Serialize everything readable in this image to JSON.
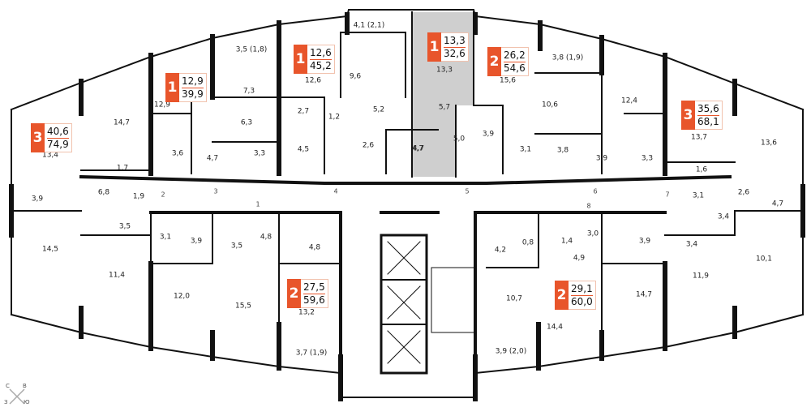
{
  "units": [
    {
      "rooms": "1",
      "total": "12,6",
      "living": "45,2"
    },
    {
      "rooms": "1",
      "total": "13,3",
      "living": "32,6"
    },
    {
      "rooms": "2",
      "total": "26,2",
      "living": "54,6"
    },
    {
      "rooms": "1",
      "total": "12,9",
      "living": "39,9"
    },
    {
      "rooms": "3",
      "total": "35,6",
      "living": "68,1"
    },
    {
      "rooms": "3",
      "total": "40,6",
      "living": "74,9"
    },
    {
      "rooms": "2",
      "total": "27,5",
      "living": "59,6"
    },
    {
      "rooms": "2",
      "total": "29,1",
      "living": "60,0"
    }
  ],
  "rooms": [
    "4,1 (2,1)",
    "3,5 (1,8)",
    "3,8 (1,9)",
    "13,3",
    "9,6",
    "12,6",
    "15,6",
    "7,3",
    "14,7",
    "12,9",
    "10,6",
    "12,4",
    "13,7",
    "13,6",
    "13,4",
    "5,7",
    "5,2",
    "2,7",
    "1,2",
    "6,3",
    "3,6",
    "4,7",
    "3,3",
    "4,5",
    "2,6",
    "4,7",
    "5,0",
    "3,9",
    "3,1",
    "3,8",
    "3,9",
    "3,3",
    "1,6",
    "1,7",
    "6,8",
    "1,9",
    "3,9",
    "14,5",
    "3,5",
    "11,4",
    "3,1",
    "3,9",
    "3,5",
    "4,8",
    "4,8",
    "12,0",
    "15,5",
    "13,2",
    "3,7 (1,9)",
    "4,2",
    "0,8",
    "1,4",
    "3,0",
    "4,9",
    "10,7",
    "14,4",
    "3,9 (2,0)",
    "3,9",
    "14,7",
    "3,4",
    "11,9",
    "3,1",
    "2,6",
    "4,7",
    "3,4",
    "10,1",
    "4,7"
  ],
  "entries": [
    "1",
    "2",
    "3",
    "4",
    "5",
    "6",
    "7",
    "8"
  ],
  "compass": {
    "n": "С",
    "e": "В",
    "s": "Ю",
    "w": "З"
  }
}
